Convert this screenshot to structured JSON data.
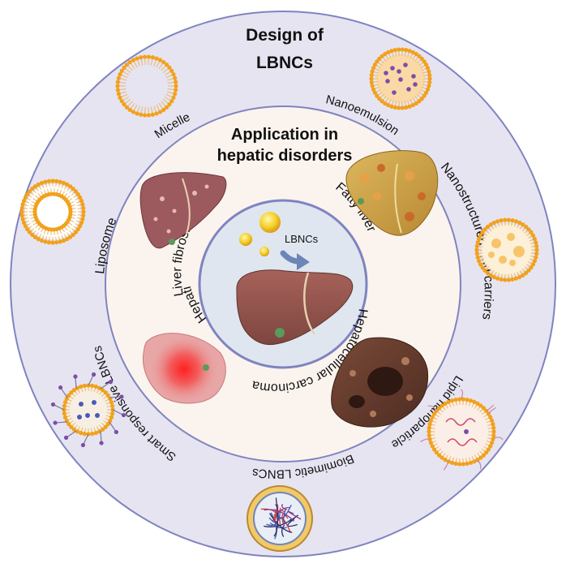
{
  "outer": {
    "title_line1": "Design of",
    "title_line2": "LBNCs",
    "labels": {
      "micelle": "Micelle",
      "nanoemulsion": "Nanoemulsion",
      "nlc": "Nanostructured lipid carriers",
      "lipid_np": "Lipid nanoparticle",
      "biomimetic": "Biomimetic LBNCs",
      "smart": "Smart responsive LBNCs",
      "liposome": "Liposome"
    }
  },
  "middle": {
    "title_line1": "Application in",
    "title_line2": "hepatic disorders",
    "labels": {
      "fibrosis": "Liver fibrosis",
      "fatty": "Fatty liver",
      "hcc": "Hepatocellular carcinoma",
      "hepatitis": "Hepatitis"
    }
  },
  "center": {
    "label": "LBNCs"
  },
  "colors": {
    "outer_ring": "#e6e4f1",
    "middle_ring": "#fbf4ee",
    "center_fill": "#dfe6ef",
    "ring_border": "#7f84c0",
    "lipid_head": "#f2a11c",
    "liver": "#9c5a50",
    "arrow": "#6c86b8"
  }
}
